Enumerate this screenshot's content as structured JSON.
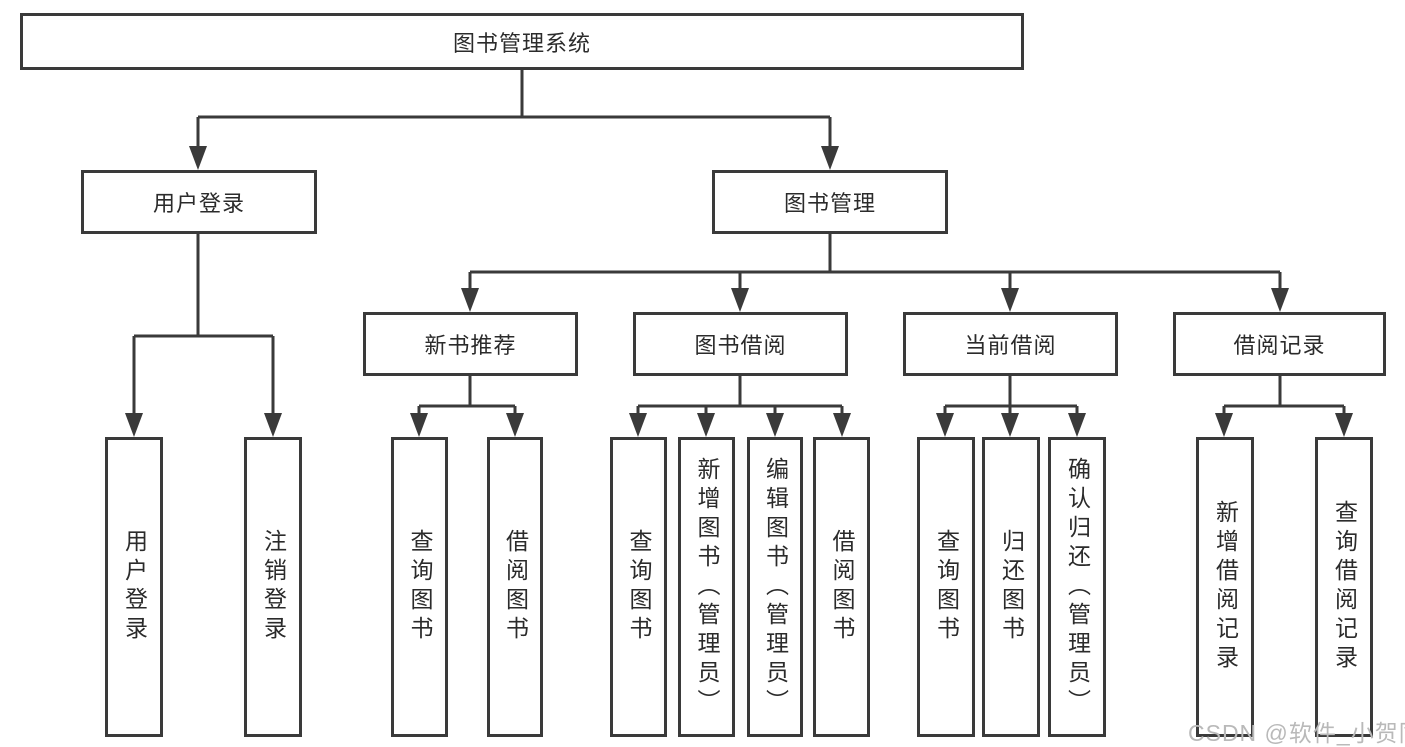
{
  "diagram": {
    "title": "图书管理系统",
    "branches": [
      {
        "label": "用户登录",
        "children": [
          {
            "label": "用户登录"
          },
          {
            "label": "注销登录"
          }
        ]
      },
      {
        "label": "图书管理",
        "children": [
          {
            "label": "新书推荐",
            "children": [
              {
                "label": "查询图书"
              },
              {
                "label": "借阅图书"
              }
            ]
          },
          {
            "label": "图书借阅",
            "children": [
              {
                "label": "查询图书"
              },
              {
                "label": "新增图书（管理员）"
              },
              {
                "label": "编辑图书（管理员）"
              },
              {
                "label": "借阅图书"
              }
            ]
          },
          {
            "label": "当前借阅",
            "children": [
              {
                "label": "查询图书"
              },
              {
                "label": "归还图书"
              },
              {
                "label": "确认归还（管理员）"
              }
            ]
          },
          {
            "label": "借阅记录",
            "children": [
              {
                "label": "新增借阅记录"
              },
              {
                "label": "查询借阅记录"
              }
            ]
          }
        ]
      }
    ]
  },
  "watermark": {
    "text": "CSDN @软件_小贺同学"
  },
  "colors": {
    "line": "#3a3a3a",
    "text": "#2b2b2b",
    "watermark": "#b9b9b9",
    "background": "#ffffff"
  }
}
